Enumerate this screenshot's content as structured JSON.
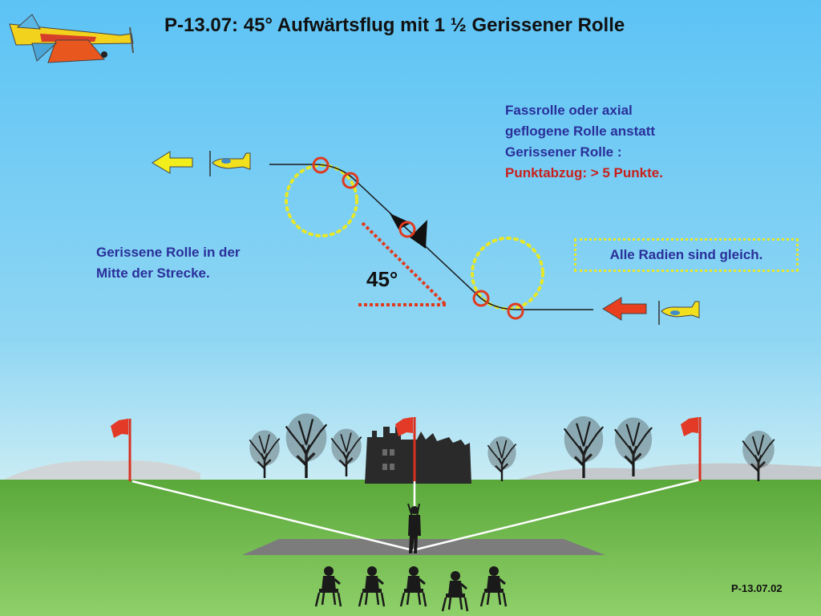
{
  "title": "P-13.07: 45° Aufwärtsflug mit 1 ½ Gerissener Rolle",
  "note_right": {
    "lines": [
      "Fassrolle oder axial",
      "geflogene Rolle anstatt",
      "Gerissener Rolle :"
    ],
    "penalty": "Punktabzug: > 5 Punkte."
  },
  "note_left": {
    "lines": [
      "Gerissene Rolle in der",
      "Mitte der Strecke."
    ]
  },
  "note_box": "Alle Radien sind gleich.",
  "angle_label": "45°",
  "figure_ref": "P-13.07.02",
  "colors": {
    "sky": "#62c6f5",
    "grass": "#5fb543",
    "text_blue": "#2a2f9a",
    "penalty_red": "#c8201c",
    "guide_yellow": "#e8e826",
    "marker_red": "#e03a1e",
    "flag_red": "#e23a26"
  },
  "icons": [
    "airplane-icon",
    "entry-arrow-icon",
    "exit-arrow-icon",
    "flag-icon",
    "tree-icon",
    "castle-icon",
    "pilot-icon",
    "judge-icon"
  ]
}
